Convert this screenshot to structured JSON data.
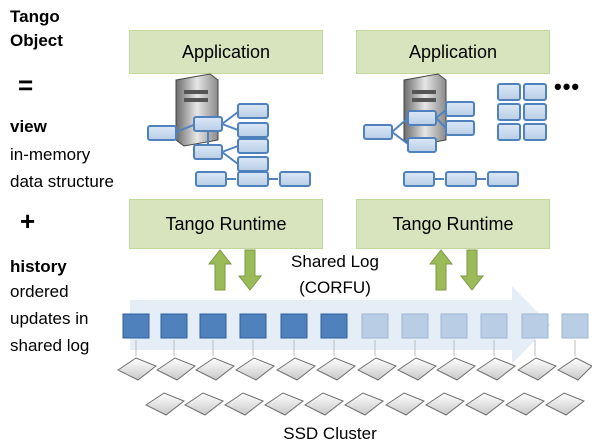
{
  "left": {
    "title_line1": "Tango",
    "title_line2": "Object",
    "equals": "=",
    "view_label": "view",
    "view_desc1": "in-memory",
    "view_desc2": "data structure",
    "plus": "+",
    "history_label": "history",
    "history_desc1": "ordered",
    "history_desc2": "updates in",
    "history_desc3": "shared log"
  },
  "client1": {
    "application": "Application",
    "runtime": "Tango Runtime"
  },
  "client2": {
    "application": "Application",
    "runtime": "Tango Runtime"
  },
  "ellipsis": "•••",
  "shared_log": {
    "line1": "Shared Log",
    "line2": "(CORFU)"
  },
  "ssd_cluster": "SSD Cluster",
  "colors": {
    "green_box": "#d7e4bd",
    "log_filled": "#4f81bd",
    "log_empty": "#b9cde5",
    "arrow_green": "#9bbb59",
    "node_blue": "#4f81bd"
  }
}
